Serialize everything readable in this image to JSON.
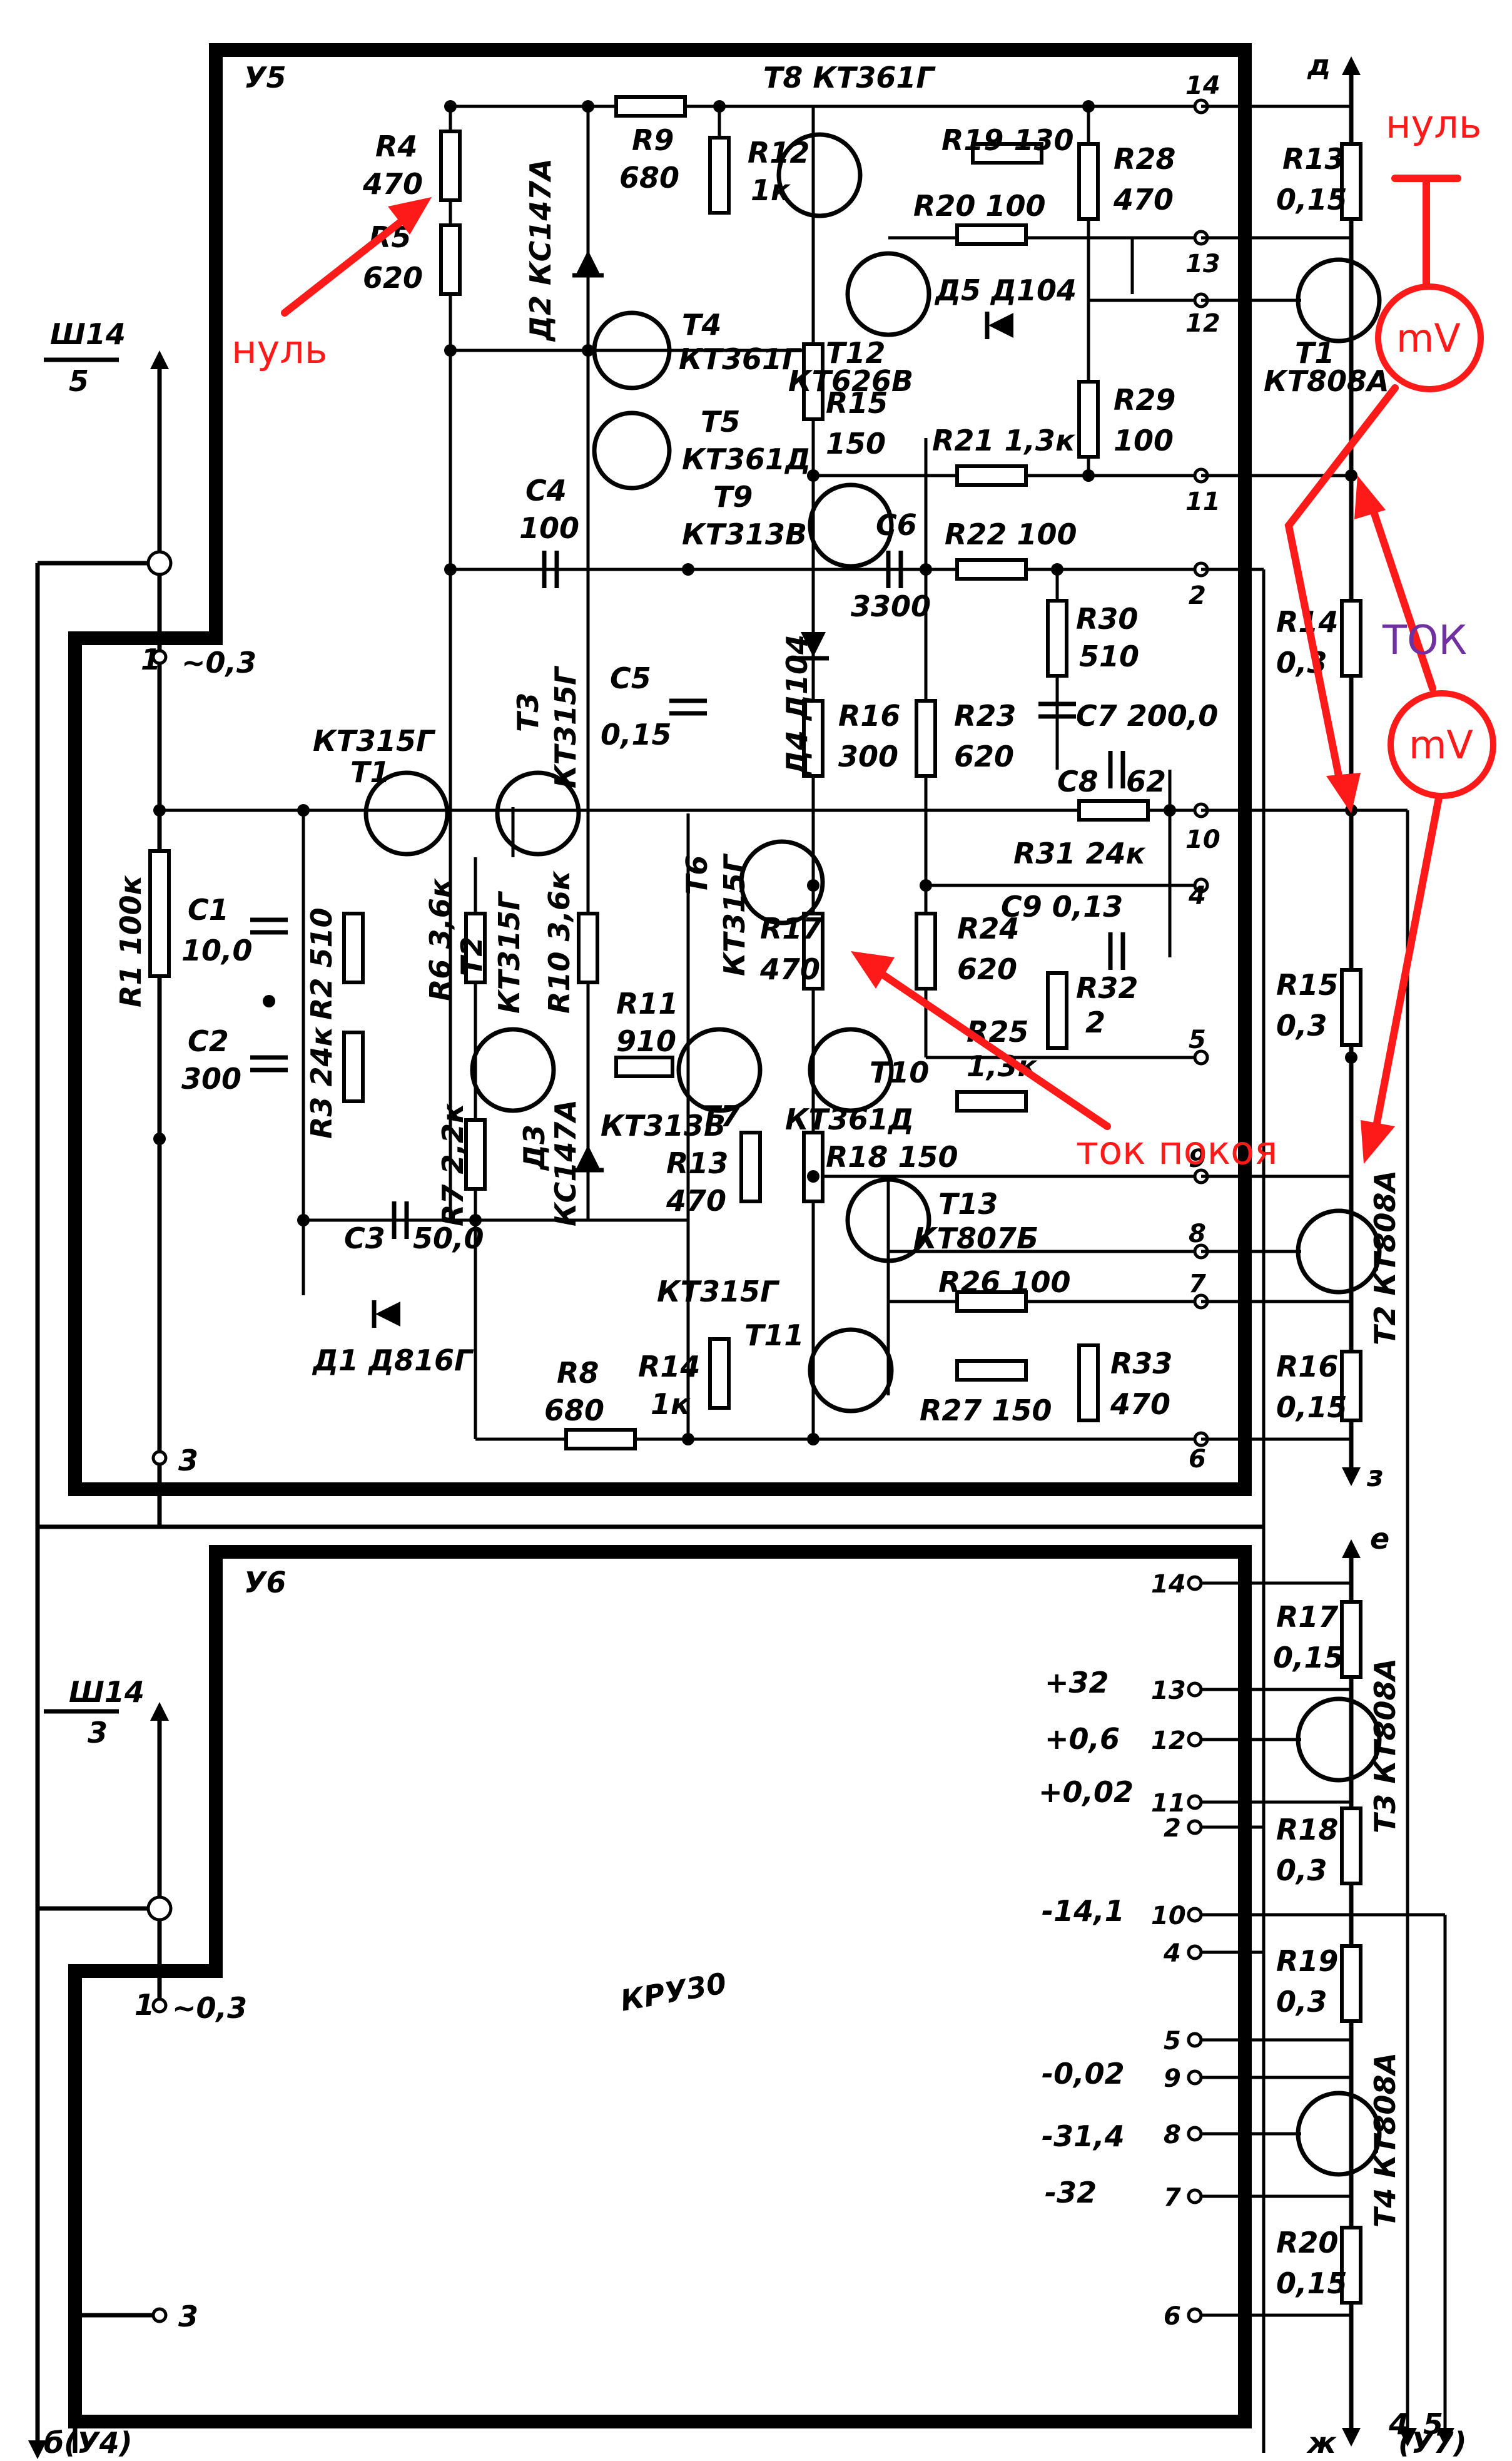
{
  "colors": {
    "annotation": "#ff1a1a",
    "annotation_purple": "#7030a0",
    "ink": "#000000"
  },
  "blocks": {
    "u5": "У5",
    "u6": "У6",
    "u6_module": "КРУ30"
  },
  "connectors": {
    "sh14_top": "Ш14",
    "sh14_top_pin": "5",
    "sh14_bottom": "Ш14",
    "sh14_bottom_pin": "3",
    "bottom_left": "б(У4)",
    "bottom_right": "(У7)",
    "right_top_d": "д",
    "right_top_3": "з",
    "right_e": "е",
    "right_zh": "ж",
    "out_4": "4",
    "out_5": "5"
  },
  "pins_u5": [
    "14",
    "13",
    "12",
    "11",
    "2",
    "10",
    "4",
    "5",
    "9",
    "8",
    "7",
    "6",
    "1",
    "3"
  ],
  "pins_u6": [
    "14",
    "13",
    "12",
    "11",
    "2",
    "10",
    "4",
    "5",
    "9",
    "8",
    "7",
    "6",
    "1",
    "3"
  ],
  "left_voltage_top": "~0,3",
  "left_voltage_bottom": "~0,3",
  "u6_voltages": [
    "+32",
    "+0,6",
    "+0,02",
    "-14,1",
    "-0,02",
    "-31,4",
    "-32"
  ],
  "components": {
    "R4": "R4",
    "R4v": "470",
    "R5": "R5",
    "R5v": "620",
    "R9": "R9",
    "R9v": "680",
    "T8": "T8 КТ361Г",
    "R12": "R12",
    "R12v": "1к",
    "R19": "R19 130",
    "R20": "R20 100",
    "R28": "R28",
    "R28v": "470",
    "D5": "Д5 Д104",
    "T12": "T12",
    "T12v": "КТ626В",
    "D2": "Д2 КС147А",
    "T4": "T4",
    "T4v": "КТ361Г",
    "T5": "T5",
    "T5v": "КТ361Д",
    "T9": "T9",
    "T9v": "КТ313В",
    "R15": "R15",
    "R15v": "150",
    "R21": "R21 1,3к",
    "R29": "R29",
    "R29v": "100",
    "C4": "C4",
    "C4v": "100",
    "C6": "C6",
    "C6v": "3300",
    "R22": "R22 100",
    "C5": "C5",
    "C5v": "0,15",
    "D4": "Д4 Д104",
    "R30": "R30",
    "R30v": "510",
    "R16": "R16",
    "R16v": "300",
    "R23": "R23",
    "R23v": "620",
    "C7": "C7 200,0",
    "C8": "C8",
    "C8v": "62",
    "R31": "R31 24к",
    "T1a": "КТ315Г",
    "T1b": "T1",
    "T3": "T3",
    "T3v": "КТ315Г",
    "T6": "T6",
    "T6v": "КТ315Г",
    "R17": "R17",
    "R17v": "470",
    "R24": "R24",
    "R24v": "620",
    "C9": "C9 0,13",
    "R32": "R32",
    "R32v": "2",
    "R25": "R25",
    "R25v": "1,3к",
    "C1": "C1",
    "C1v": "10,0",
    "C2": "C2",
    "C2v": "300",
    "R1": "R1 100к",
    "R2": "R2 510",
    "R3": "R3 24к",
    "R6": "R6 3,6к",
    "T2": "T2",
    "T2v": "КТ315Г",
    "R10": "R10 3,6к",
    "R11": "R11",
    "R11v": "910",
    "T7": "T7",
    "T7v": "КТ313В",
    "R13": "R13",
    "R13v": "470",
    "T10": "T10",
    "T10v": "КТ361Д",
    "R18": "R18 150",
    "R7": "R7 2,2к",
    "D3": "Д3",
    "D3v": "КС147А",
    "T13": "T13",
    "T13v": "КТ807Б",
    "C3": "C3",
    "C3v": "50,0",
    "R26": "R26 100",
    "D1": "Д1 Д816Г",
    "T11": "КТ315Г",
    "T11b": "T11",
    "R8": "R8",
    "R8v": "680",
    "R14": "R14",
    "R14v": "1к",
    "R27": "R27 150",
    "R33": "R33",
    "R33v": "470"
  },
  "out_u5": {
    "R13": "R13",
    "R13v": "0,15",
    "T1": "T1",
    "T1v": "КТ808А",
    "R14": "R14",
    "R14v": "0,3",
    "R15": "R15",
    "R15v": "0,3",
    "T2": "T2 КТ808А",
    "R16": "R16",
    "R16v": "0,15"
  },
  "out_u6": {
    "R17": "R17",
    "R17v": "0,15",
    "T3": "T3 КТ808А",
    "R18": "R18",
    "R18v": "0,3",
    "R19": "R19",
    "R19v": "0,3",
    "T4": "T4 КТ808А",
    "R20": "R20",
    "R20v": "0,15"
  },
  "annotations": {
    "null_left": "нуль",
    "null_right": "нуль",
    "mv1": "mV",
    "mv2": "mV",
    "tok": "ТОК",
    "tok_pokoya": "ток покоя"
  }
}
